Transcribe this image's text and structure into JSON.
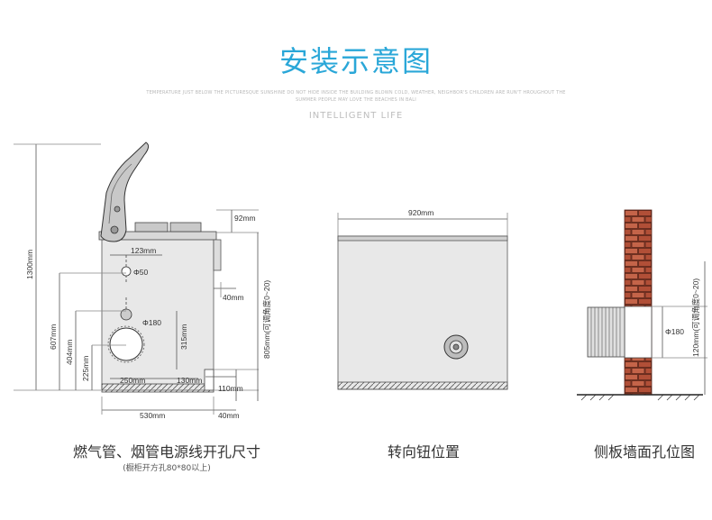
{
  "title": "安装示意图",
  "subtitle_small": "TEMPERATURE JUST BELOW THE PICTURESQUE SUNSHINE DO NOT HIDE INSIDE THE BUILDING BLOWN COLD, WEATHER, NEIGHBOR'S CHILDREN ARE RUN'T HROUGHOUT THE SUMMER PEOPLE MAY LOVE THE BEACHES IN BALI",
  "subtitle": "INTELLIGENT LIFE",
  "left_diagram": {
    "dim_1300": "1300mm",
    "dim_92": "92mm",
    "dim_123": "123mm",
    "dim_phi50": "Φ50",
    "dim_40_top": "40mm",
    "dim_phi180": "Φ180",
    "dim_315": "315mm",
    "dim_607": "607mm",
    "dim_404": "404mm",
    "dim_225": "225mm",
    "dim_250": "250mm",
    "dim_130": "130mm",
    "dim_110": "110mm",
    "dim_530": "530mm",
    "dim_40_bottom": "40mm",
    "dim_805": "805mm(可调角度0~20)",
    "caption": "燃气管、烟管电源线开孔尺寸",
    "note": "(橱柜开方孔80*80以上)"
  },
  "middle_diagram": {
    "dim_920": "920mm",
    "caption": "转向钮位置"
  },
  "right_diagram": {
    "dim_phi180": "Φ180",
    "dim_120": "120mm(可调角度0~20)",
    "caption": "侧板墙面孔位图"
  }
}
